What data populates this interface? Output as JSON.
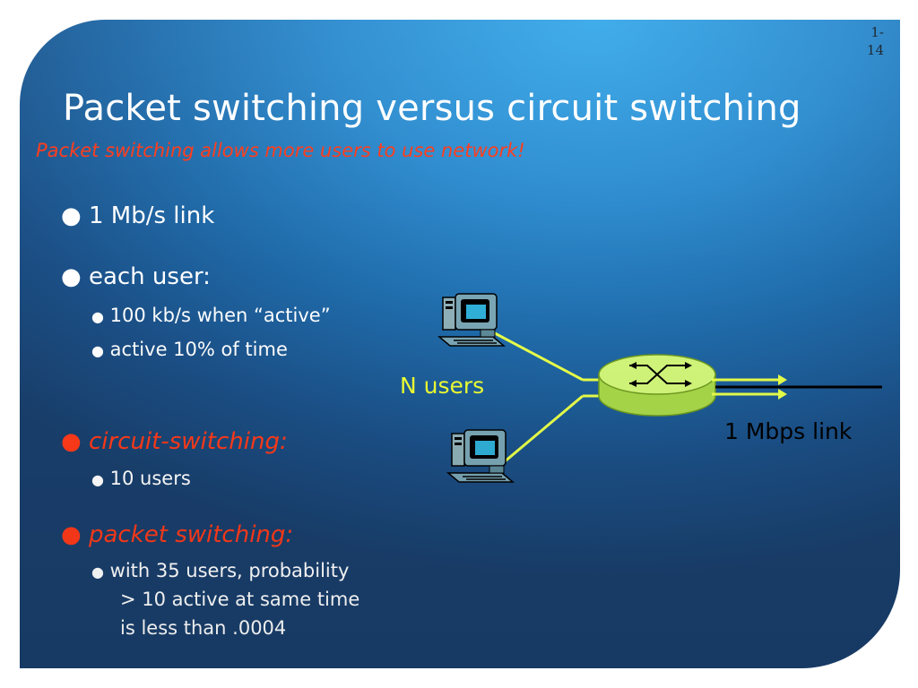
{
  "slide": {
    "number": "1-\n14",
    "title": "Packet switching versus circuit switching",
    "subtitle": "Packet switching allows more users to use network!"
  },
  "bullets": {
    "link": "1 Mb/s link",
    "each_user": "each user:",
    "each_user_sub": [
      "100 kb/s when “active”",
      "active 10% of time"
    ],
    "circuit": "circuit-switching:",
    "circuit_sub": [
      "10 users"
    ],
    "packet": "packet switching:",
    "packet_sub": [
      "with 35 users, probability",
      "> 10 active at same time",
      "is less than .0004"
    ]
  },
  "diagram": {
    "n_users_label": "N users",
    "link_label": "1 Mbps link",
    "colors": {
      "line": "#e8ff4a",
      "router_body": "#c9f25a",
      "router_top": "#d8f97a",
      "red": "#ff3a1a"
    }
  }
}
